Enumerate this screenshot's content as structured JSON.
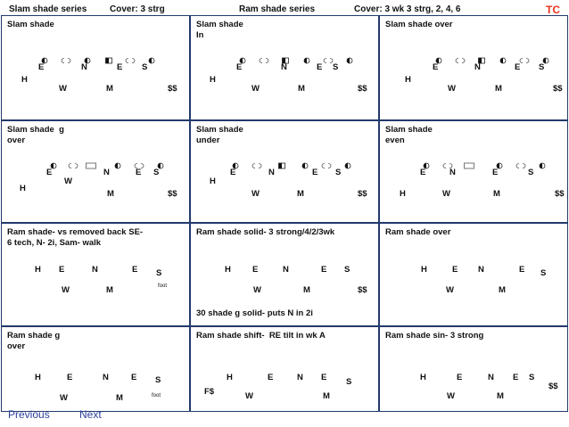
{
  "header": {
    "slam_series": "Slam shade series",
    "slam_cover": "Cover: 3 strg",
    "ram_series": "Ram shade series",
    "ram_cover": "Cover: 3 wk  3 strg, 2, 4, 6",
    "tc": "TC"
  },
  "cells": [
    {
      "title": "Slam shade",
      "symbols": [
        "half",
        "open",
        "half",
        "square",
        "open",
        "half"
      ],
      "labels": [
        {
          "t": "E"
        },
        {
          "t": "N"
        },
        {
          "t": "E"
        },
        {
          "t": "S"
        },
        {
          "t": "H"
        },
        {
          "t": "W"
        },
        {
          "t": "M"
        },
        {
          "t": "$$"
        }
      ]
    },
    {
      "title": "Slam shade\nIn",
      "symbols": [
        "half",
        "open",
        "square",
        "half",
        "open",
        "half"
      ],
      "labels": [
        {
          "t": "E"
        },
        {
          "t": "N"
        },
        {
          "t": "E"
        },
        {
          "t": "S"
        },
        {
          "t": "H"
        },
        {
          "t": "W"
        },
        {
          "t": "M"
        },
        {
          "t": "$$"
        }
      ]
    },
    {
      "title": "Slam shade over",
      "symbols": [
        "half",
        "open",
        "square",
        "half",
        "open",
        "half"
      ],
      "labels": [
        {
          "t": "E"
        },
        {
          "t": "N"
        },
        {
          "t": "E"
        },
        {
          "t": "S"
        },
        {
          "t": "H"
        },
        {
          "t": "W"
        },
        {
          "t": "M"
        },
        {
          "t": "$$"
        }
      ]
    },
    {
      "title": "Slam shade  g\nover",
      "symbols": [
        "half",
        "open",
        "box",
        "half",
        "open",
        "half"
      ],
      "labels": [
        {
          "t": "E"
        },
        {
          "t": "N"
        },
        {
          "t": "E"
        },
        {
          "t": "S"
        },
        {
          "t": "W"
        },
        {
          "t": "H"
        },
        {
          "t": "M"
        },
        {
          "t": "$$"
        }
      ]
    },
    {
      "title": "Slam shade\nunder",
      "symbols": [
        "half",
        "open",
        "square",
        "half",
        "open",
        "half"
      ],
      "labels": [
        {
          "t": "E"
        },
        {
          "t": "N"
        },
        {
          "t": "E"
        },
        {
          "t": "S"
        },
        {
          "t": "H"
        },
        {
          "t": "W"
        },
        {
          "t": "M"
        },
        {
          "t": "$$"
        }
      ]
    },
    {
      "title": "Slam shade\neven",
      "symbols": [
        "half",
        "open",
        "box",
        "half",
        "open",
        "half"
      ],
      "labels": [
        {
          "t": "E"
        },
        {
          "t": "N"
        },
        {
          "t": "E"
        },
        {
          "t": "S"
        },
        {
          "t": "H"
        },
        {
          "t": "W"
        },
        {
          "t": "M"
        },
        {
          "t": "$$"
        }
      ]
    },
    {
      "title": "Ram shade- vs removed back SE-\n6 tech, N- 2i, Sam- walk",
      "symbols": [],
      "labels": [
        {
          "t": "H"
        },
        {
          "t": "E"
        },
        {
          "t": "N"
        },
        {
          "t": "E"
        },
        {
          "t": "S"
        },
        {
          "t": "W"
        },
        {
          "t": "M"
        },
        {
          "t": "foot"
        }
      ]
    },
    {
      "title": "Ram shade solid- 3 strong/4/2/3wk",
      "extra": "30 shade g solid- puts N in 2i",
      "symbols": [],
      "labels": [
        {
          "t": "H"
        },
        {
          "t": "E"
        },
        {
          "t": "N"
        },
        {
          "t": "E"
        },
        {
          "t": "S"
        },
        {
          "t": "W"
        },
        {
          "t": "M"
        },
        {
          "t": "$$"
        }
      ]
    },
    {
      "title": "Ram shade over",
      "symbols": [],
      "labels": [
        {
          "t": "H"
        },
        {
          "t": "E"
        },
        {
          "t": "N"
        },
        {
          "t": "E"
        },
        {
          "t": "S"
        },
        {
          "t": "W"
        },
        {
          "t": "M"
        }
      ]
    },
    {
      "title": "Ram shade g\nover",
      "symbols": [],
      "labels": [
        {
          "t": "H"
        },
        {
          "t": "E"
        },
        {
          "t": "N"
        },
        {
          "t": "E"
        },
        {
          "t": "S"
        },
        {
          "t": "W"
        },
        {
          "t": "M"
        },
        {
          "t": "foot"
        }
      ]
    },
    {
      "title": "Ram shade shift-  RE tilt in wk A",
      "symbols": [],
      "labels": [
        {
          "t": "H"
        },
        {
          "t": "E"
        },
        {
          "t": "N"
        },
        {
          "t": "E"
        },
        {
          "t": "S"
        },
        {
          "t": "F$"
        },
        {
          "t": "W"
        },
        {
          "t": "M"
        }
      ]
    },
    {
      "title": "Ram shade sin- 3 strong",
      "symbols": [],
      "labels": [
        {
          "t": "H"
        },
        {
          "t": "E"
        },
        {
          "t": "N"
        },
        {
          "t": "E"
        },
        {
          "t": "S"
        },
        {
          "t": "W"
        },
        {
          "t": "M"
        },
        {
          "t": "$$"
        }
      ]
    }
  ],
  "nav": {
    "previous": "Previous",
    "next": "Next"
  },
  "colors": {
    "border": "#223a6c",
    "tc": "#e8321e",
    "nav": "#2c3f9c"
  }
}
